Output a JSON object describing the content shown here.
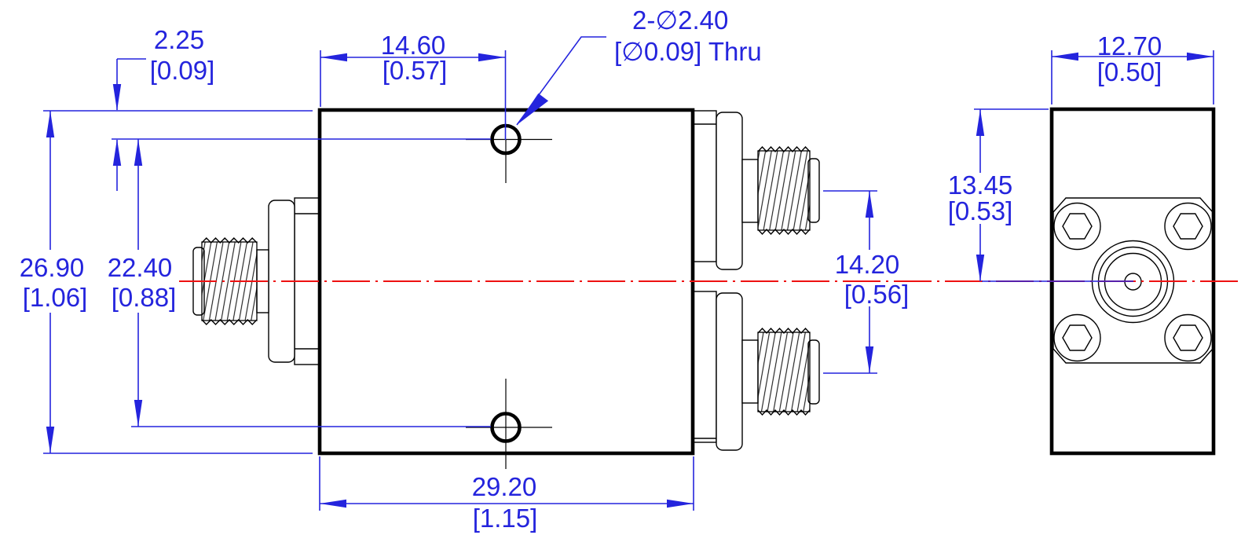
{
  "drawing": {
    "type": "engineering-outline-drawing",
    "units_note": "mm [inch]",
    "colors": {
      "dimension": "#2424dd",
      "centerline": "#ee1111",
      "outline": "#000000",
      "background": "#ffffff"
    },
    "callout": {
      "line1": "2-∅2.40",
      "line2": "[∅0.09] Thru"
    },
    "dimensions": {
      "hole_offset": {
        "mm": "2.25",
        "inch": "[0.09]"
      },
      "hole_x": {
        "mm": "14.60",
        "inch": "[0.57]"
      },
      "body_height": {
        "mm": "26.90",
        "inch": "[1.06]"
      },
      "hole_spacing": {
        "mm": "22.40",
        "inch": "[0.88]"
      },
      "body_width": {
        "mm": "29.20",
        "inch": "[1.15]"
      },
      "port_spacing": {
        "mm": "14.20",
        "inch": "[0.56]"
      },
      "side_width": {
        "mm": "12.70",
        "inch": "[0.50]"
      },
      "center_height": {
        "mm": "13.45",
        "inch": "[0.53]"
      }
    }
  }
}
